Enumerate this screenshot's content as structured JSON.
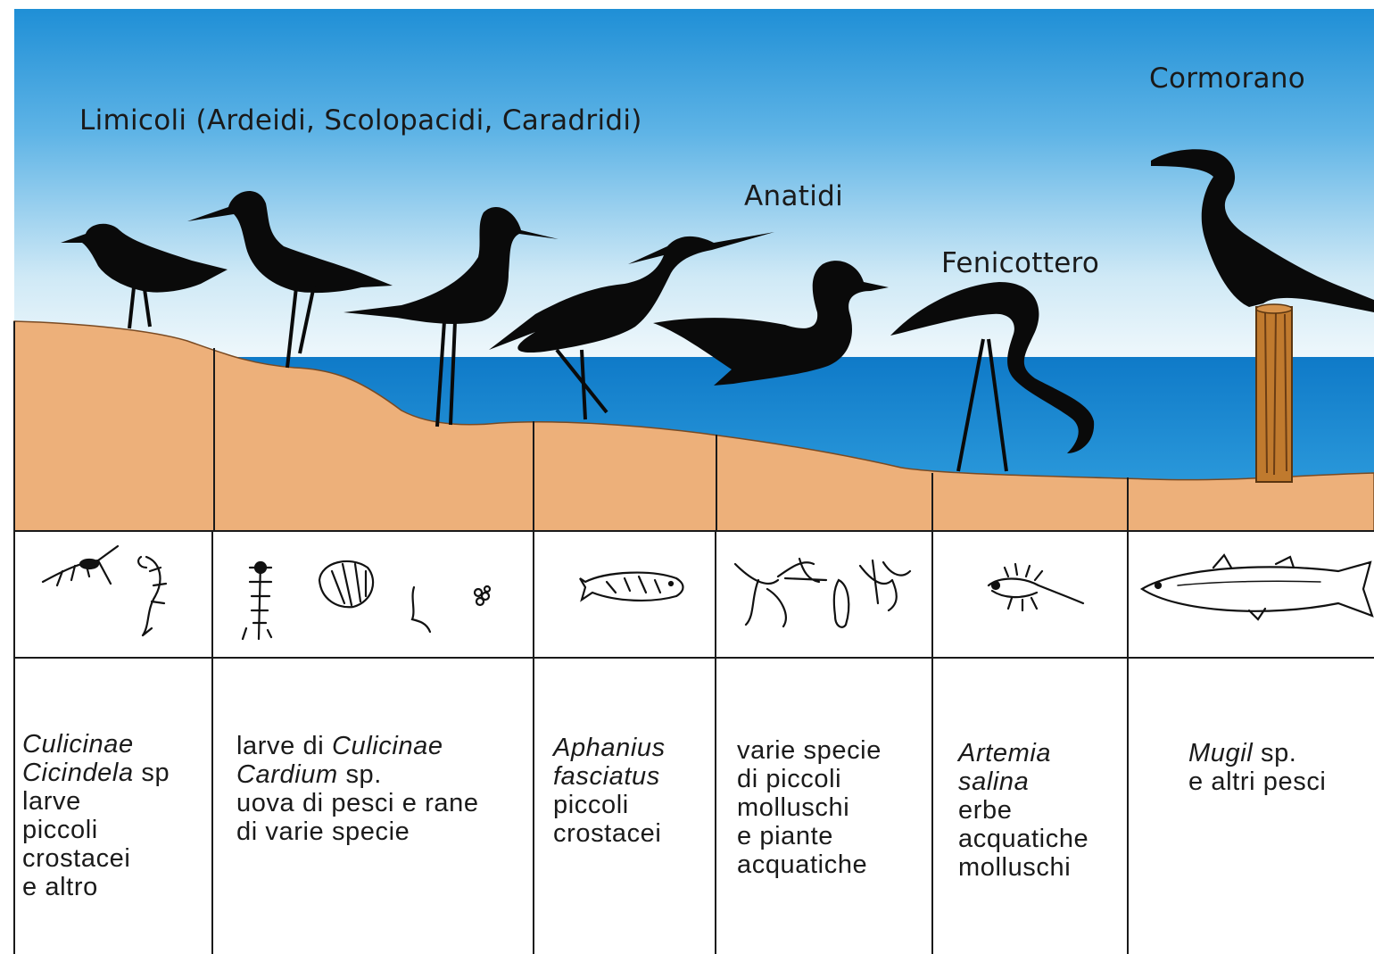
{
  "labels": {
    "limicoli": "Limicoli (Ardeidi, Scolopacidi, Caradridi)",
    "anatidi": "Anatidi",
    "fenicottero": "Fenicottero",
    "cormorano": "Cormorano"
  },
  "columns": [
    {
      "lines": [
        [
          {
            "t": "Culicinae",
            "i": true
          }
        ],
        [
          {
            "t": "Cicindela",
            "i": true
          },
          {
            "t": " sp",
            "i": false
          }
        ],
        [
          {
            "t": "larve",
            "i": false
          }
        ],
        [
          {
            "t": "piccoli",
            "i": false
          }
        ],
        [
          {
            "t": "crostacei",
            "i": false
          }
        ],
        [
          {
            "t": "e altro",
            "i": false
          }
        ]
      ]
    },
    {
      "lines": [
        [
          {
            "t": "larve di ",
            "i": false
          },
          {
            "t": "Culicinae",
            "i": true
          }
        ],
        [
          {
            "t": "Cardium",
            "i": true
          },
          {
            "t": " sp.",
            "i": false
          }
        ],
        [
          {
            "t": "uova di pesci e rane",
            "i": false
          }
        ],
        [
          {
            "t": "di varie specie",
            "i": false
          }
        ]
      ]
    },
    {
      "lines": [
        [
          {
            "t": "Aphanius",
            "i": true
          }
        ],
        [
          {
            "t": "fasciatus",
            "i": true
          }
        ],
        [
          {
            "t": "piccoli",
            "i": false
          }
        ],
        [
          {
            "t": "crostacei",
            "i": false
          }
        ]
      ]
    },
    {
      "lines": [
        [
          {
            "t": "varie specie",
            "i": false
          }
        ],
        [
          {
            "t": "di piccoli",
            "i": false
          }
        ],
        [
          {
            "t": "molluschi",
            "i": false
          }
        ],
        [
          {
            "t": "e piante",
            "i": false
          }
        ],
        [
          {
            "t": "acquatiche",
            "i": false
          }
        ]
      ]
    },
    {
      "lines": [
        [
          {
            "t": "Artemia",
            "i": true
          }
        ],
        [
          {
            "t": "salina",
            "i": true
          }
        ],
        [
          {
            "t": "erbe",
            "i": false
          }
        ],
        [
          {
            "t": "acquatiche",
            "i": false
          }
        ],
        [
          {
            "t": "molluschi",
            "i": false
          }
        ]
      ]
    },
    {
      "lines": [
        [
          {
            "t": "Mugil",
            "i": true
          },
          {
            "t": " sp.",
            "i": false
          }
        ],
        [
          {
            "t": "e altri pesci",
            "i": false
          }
        ]
      ]
    }
  ],
  "colors": {
    "sky_top": "#1f8fd6",
    "sky_bottom": "#eaf6fb",
    "sea": "#1a86cf",
    "sand": "#edb07a",
    "silhouette": "#0a0a0a",
    "post": "#c07a2e",
    "line": "#1a1a1a"
  }
}
